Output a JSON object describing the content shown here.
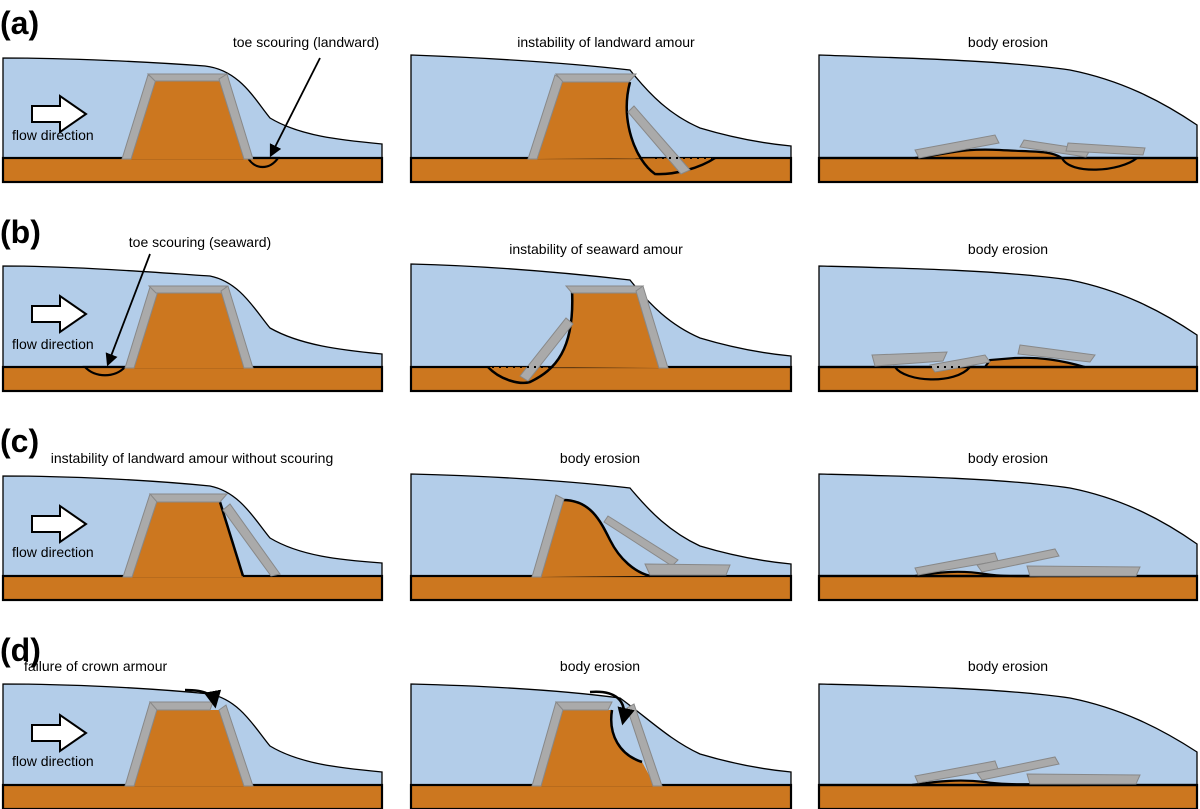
{
  "rows": [
    {
      "label": "(a)",
      "flow_label": "flow direction",
      "captions": [
        "toe scouring (landward)",
        "instability of landward amour",
        "body erosion"
      ]
    },
    {
      "label": "(b)",
      "flow_label": "flow direction",
      "captions": [
        "toe scouring (seaward)",
        "instability of seaward amour",
        "body erosion"
      ]
    },
    {
      "label": "(c)",
      "flow_label": "flow direction",
      "captions": [
        "instability of landward amour without scouring",
        "body erosion",
        "body erosion"
      ]
    },
    {
      "label": "(d)",
      "flow_label": "flow direction",
      "captions": [
        "failure of crown armour",
        "body erosion",
        "body erosion"
      ]
    }
  ],
  "colors": {
    "water": "#b3cde9",
    "soil": "#cc771f",
    "armour": "#aaaaaa",
    "outline": "#000000"
  },
  "icons": {
    "flow_arrow": "hollow-right-arrow-icon",
    "erosion_arrow": "curved-arrow-icon"
  }
}
